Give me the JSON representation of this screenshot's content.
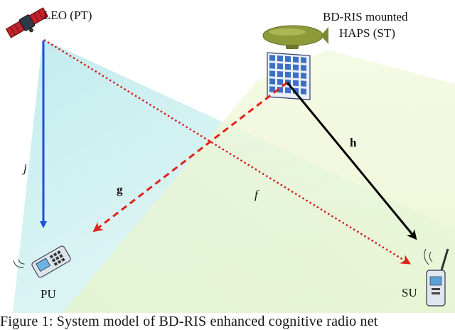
{
  "labels": {
    "leo": "LEO (PT)",
    "haps_line1": "BD-RIS mounted",
    "haps_line2": "HAPS (ST)",
    "pu": "PU",
    "su": "SU",
    "channel_j": "j",
    "channel_g": "g",
    "channel_f": "f",
    "channel_h": "h"
  },
  "caption": "Figure 1: System model of BD-RIS enhanced cognitive radio net",
  "colors": {
    "leo_beam": "#7fd3d8",
    "haps_beam": "#d9ecaa",
    "link_j": "#1f4fd8",
    "link_f": "#d9141a",
    "link_g": "#e0211b",
    "link_h": "#000000",
    "balloon": "#8c9a3a",
    "ris_panel": "#3d6fc4"
  },
  "icons": [
    "satellite-icon",
    "airship-icon",
    "ris-panel-icon",
    "pu-handset-icon",
    "su-device-icon"
  ]
}
